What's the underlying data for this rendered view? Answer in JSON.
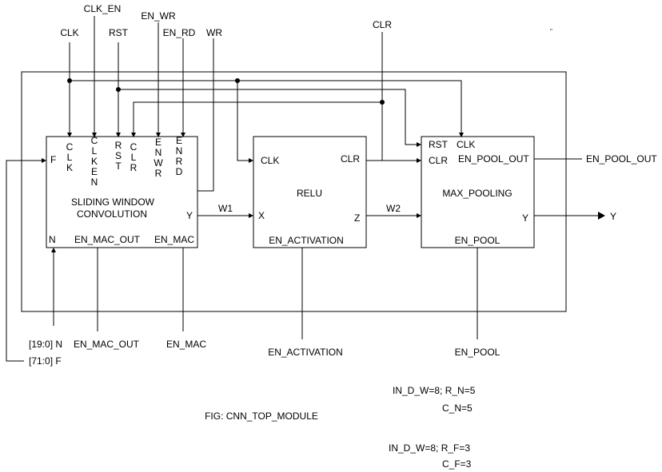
{
  "inputs": {
    "clk": "CLK",
    "clk_en": "CLK_EN",
    "rst": "RST",
    "en_wr": "EN_WR",
    "en_rd": "EN_RD",
    "wr": "WR",
    "clr": "CLR",
    "n": "[19:0] N",
    "f": "[71:0] F"
  },
  "blocks": {
    "conv": {
      "title_line1": "SLIDING WINDOW",
      "title_line2": "CONVOLUTION",
      "port_f": "F",
      "vertical_ports": [
        [
          "C",
          "L",
          "K"
        ],
        [
          "C",
          "L",
          "K",
          "E",
          "N"
        ],
        [
          "R",
          "S",
          "T"
        ],
        [
          "C",
          "L",
          "R"
        ],
        [
          "E",
          "N",
          "W",
          "R"
        ],
        [
          "E",
          "N",
          "R",
          "D"
        ]
      ],
      "port_y": "Y",
      "port_n": "N",
      "port_en_mac_out": "EN_MAC_OUT",
      "port_en_mac": "EN_MAC"
    },
    "relu": {
      "title": "RELU",
      "port_clk": "CLK",
      "port_clr": "CLR",
      "port_x": "X",
      "port_z": "Z",
      "port_en_activation": "EN_ACTIVATION"
    },
    "pool": {
      "title": "MAX_POOLING",
      "port_rst": "RST",
      "port_clk": "CLK",
      "port_clr": "CLR",
      "port_en_pool_out": "EN_POOL_OUT",
      "port_y": "Y",
      "port_en_pool": "EN_POOL"
    }
  },
  "wires": {
    "w1": "W1",
    "w2": "W2"
  },
  "outputs": {
    "en_pool_out": "EN_POOL_OUT",
    "y": "Y",
    "en_mac_out": "EN_MAC_OUT",
    "en_mac": "EN_MAC",
    "en_activation": "EN_ACTIVATION",
    "en_pool": "EN_POOL"
  },
  "caption": "FIG: CNN_TOP_MODULE",
  "params": {
    "n_line1": "IN_D_W=8; R_N=5",
    "n_line2": "C_N=5",
    "f_line1": "IN_D_W=8;  R_F=3",
    "f_line2": "C_F=3"
  },
  "stray_mark": "\""
}
